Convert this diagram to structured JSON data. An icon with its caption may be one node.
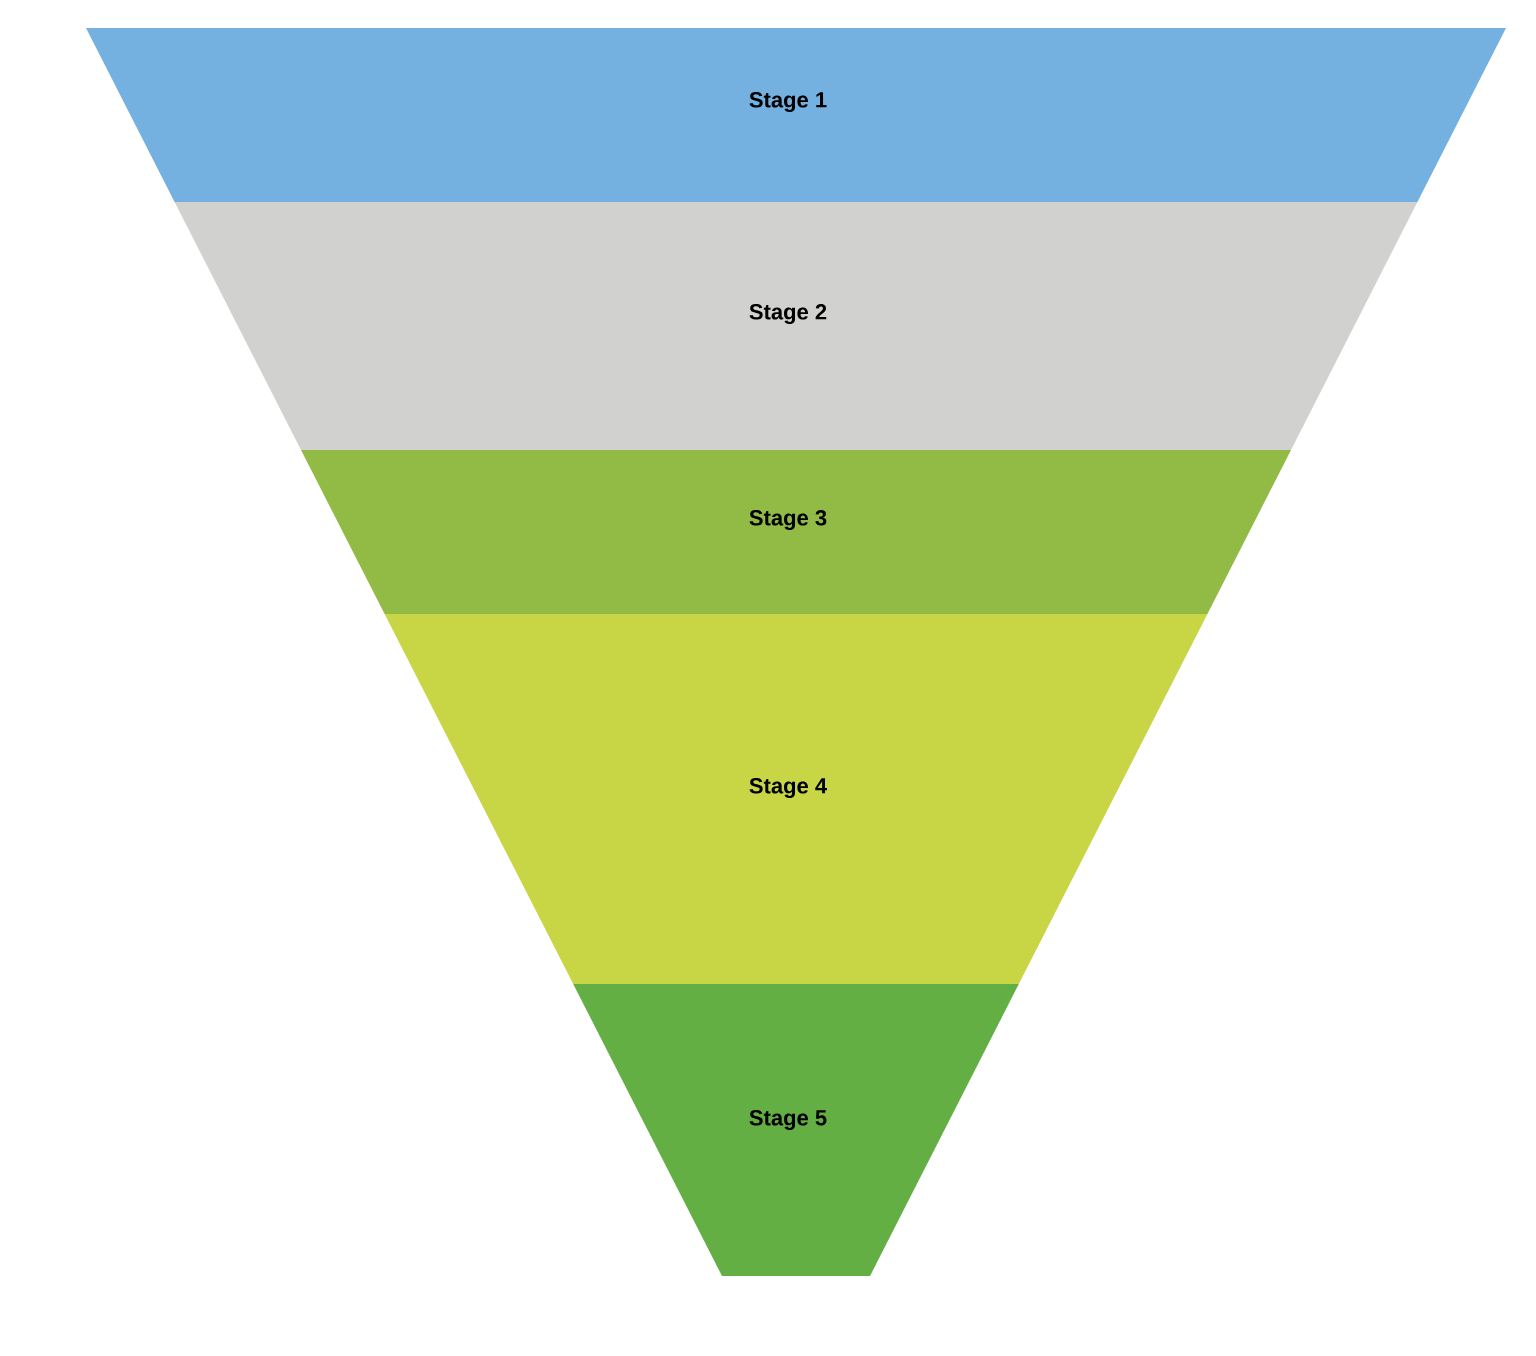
{
  "diagram": {
    "nodes": [
      {
        "text": [
          "Stage 1"
        ]
      },
      {
        "text": [
          "Stage 2"
        ]
      },
      {
        "text": [
          "Stage 3"
        ]
      },
      {
        "text": [
          "Stage 4"
        ]
      },
      {
        "text": [
          "Stage 5"
        ]
      }
    ]
  }
}
